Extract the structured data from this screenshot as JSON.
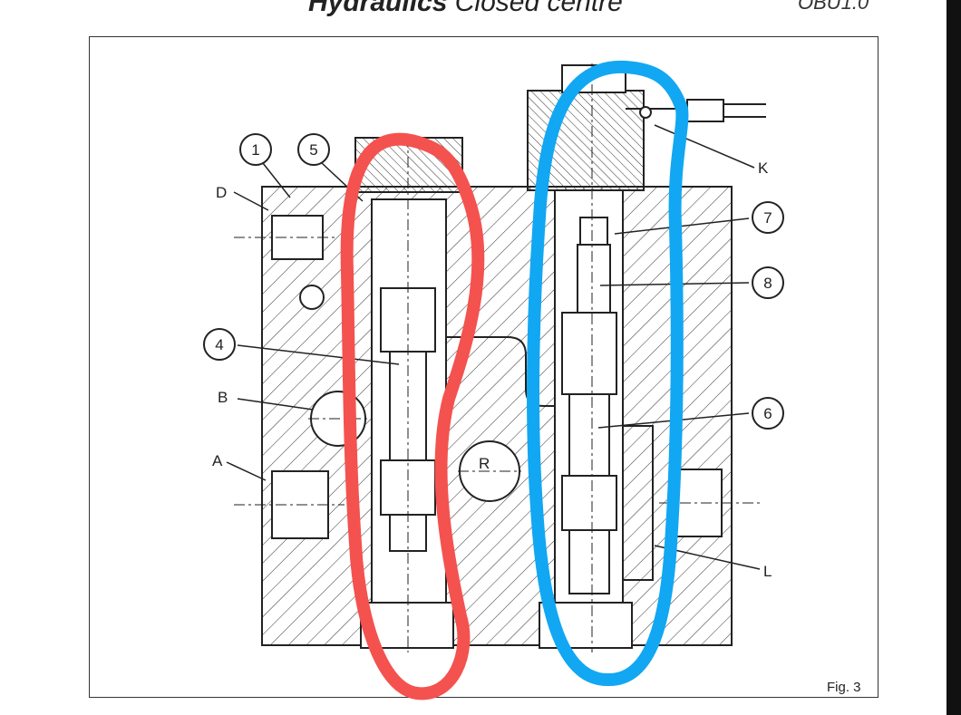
{
  "header": {
    "title_bold": "Hydraulics",
    "title_rest": "Closed centre",
    "code": "OBU1.0"
  },
  "figure": {
    "label": "Fig. 3"
  },
  "callouts": {
    "c1": "1",
    "c5": "5",
    "c4": "4",
    "c7": "7",
    "c8": "8",
    "c6": "6"
  },
  "letters": {
    "D": "D",
    "B": "B",
    "A": "A",
    "R": "R",
    "K": "K",
    "L": "L"
  },
  "colors": {
    "highlight_left": "#f4524f",
    "highlight_right": "#12a7f2",
    "line": "#222222"
  }
}
